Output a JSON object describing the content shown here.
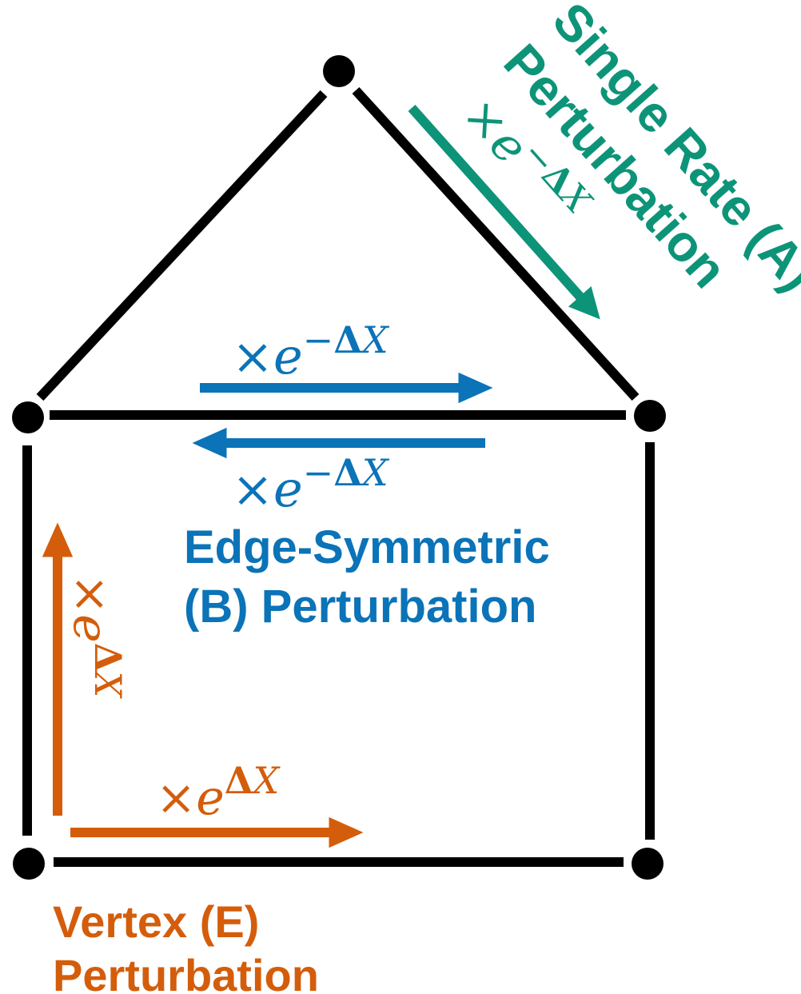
{
  "colors": {
    "graph": "#000000",
    "single_rate": "#0d9478",
    "edge_symmetric": "#0b73b7",
    "vertex": "#d45d0b"
  },
  "single_rate": {
    "label_line1": "Single Rate (A)",
    "label_line2": "Perturbation",
    "factor_times": "×",
    "factor_base": "e",
    "factor_exponent_sign": "−",
    "factor_exponent_delta": "Δ",
    "factor_exponent_var": "X"
  },
  "edge_symmetric": {
    "label_line1": "Edge-Symmetric",
    "label_line2": "(B) Perturbation",
    "forward_factor": {
      "times": "×",
      "base": "e",
      "exponent_sign": "−",
      "exponent_delta": "Δ",
      "exponent_var": "X"
    },
    "backward_factor": {
      "times": "×",
      "base": "e",
      "exponent_sign": "−",
      "exponent_delta": "Δ",
      "exponent_var": "X"
    }
  },
  "vertex": {
    "label_line1": "Vertex (E)",
    "label_line2": "Perturbation",
    "vertical_factor": {
      "times": "×",
      "base": "e",
      "exponent_delta": "Δ",
      "exponent_var": "X"
    },
    "horizontal_factor": {
      "times": "×",
      "base": "e",
      "exponent_delta": "Δ",
      "exponent_var": "X"
    }
  }
}
